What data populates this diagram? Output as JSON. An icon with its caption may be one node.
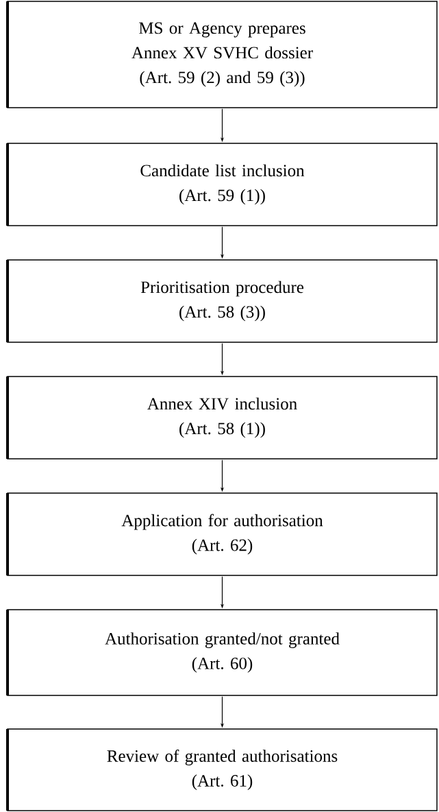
{
  "diagram": {
    "nodes": [
      {
        "text": [
          "MS or Agency prepares Annex XV SVHC dossier",
          "(Art. 59 (2) and 59 (3))"
        ]
      },
      {
        "text": [
          "Candidate list inclusion",
          "(Art. 59 (1))"
        ]
      },
      {
        "text": [
          "Prioritisation procedure",
          "(Art. 58 (3))"
        ]
      },
      {
        "text": [
          "Annex XIV inclusion",
          "(Art. 58 (1))"
        ]
      },
      {
        "text": [
          "Application for authorisation",
          "(Art. 62)"
        ]
      },
      {
        "text": [
          "Authorisation granted/not granted",
          "(Art. 60)"
        ]
      },
      {
        "text": [
          "Review of granted authorisations",
          "(Art. 61)"
        ]
      }
    ],
    "edges": [
      {
        "from": 0,
        "to": 1,
        "arrow": "to"
      },
      {
        "from": 1,
        "to": 2,
        "arrow": "to"
      },
      {
        "from": 2,
        "to": 3,
        "arrow": "to"
      },
      {
        "from": 3,
        "to": 4,
        "arrow": "to"
      },
      {
        "from": 4,
        "to": 5,
        "arrow": "to"
      },
      {
        "from": 5,
        "to": 6,
        "arrow": "to"
      }
    ]
  }
}
